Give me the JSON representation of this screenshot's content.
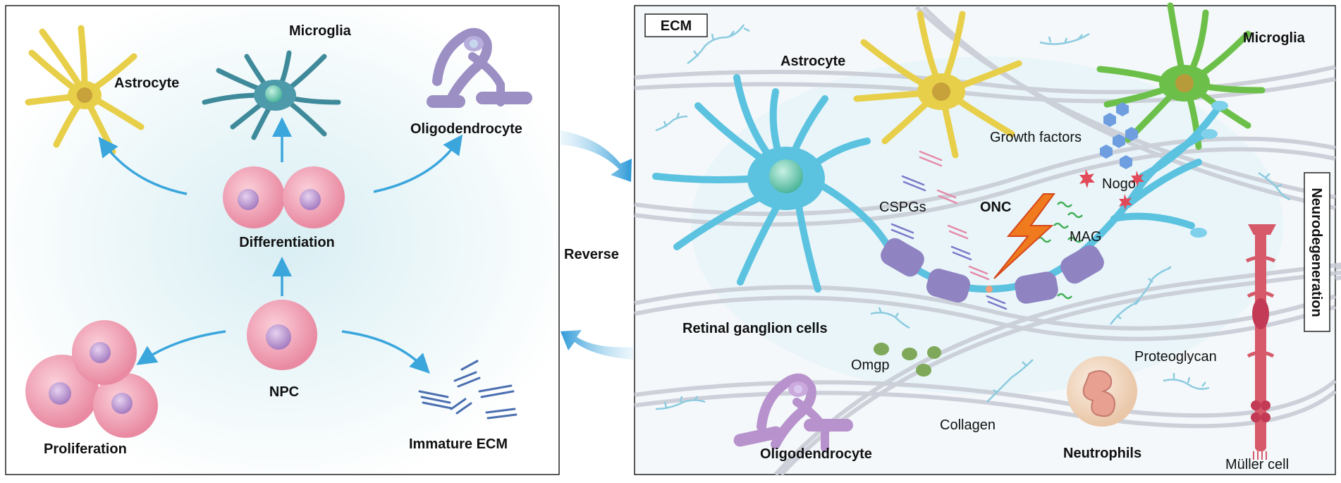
{
  "left_panel": {
    "microglia": "Microglia",
    "astrocyte": "Astrocyte",
    "oligodendrocyte": "Oligodendrocyte",
    "differentiation": "Differentiation",
    "npc": "NPC",
    "proliferation": "Proliferation",
    "immature_ecm": "Immature ECM"
  },
  "middle": {
    "reverse": "Reverse"
  },
  "right_panel": {
    "ecm": "ECM",
    "astrocyte": "Astrocyte",
    "microglia": "Microglia",
    "growth_factors": "Growth factors",
    "nogo": "Nogo",
    "cspgs": "CSPGs",
    "onc": "ONC",
    "mag": "MAG",
    "rgc": "Retinal ganglion cells",
    "omgp": "Omgp",
    "proteoglycan": "Proteoglycan",
    "collagen": "Collagen",
    "oligodendrocyte": "Oligodendrocyte",
    "neutrophils": "Neutrophils",
    "muller": "Müller cell",
    "neurodegeneration": "Neurodegeneration"
  },
  "colors": {
    "astrocyte": "#e8cf4a",
    "microglia_left": "#3f8a9a",
    "microglia_right": "#6cc04a",
    "oligodendrocyte": "#9b8fc4",
    "npc": "#f0a0b4",
    "neuron": "#5bc2e0",
    "arrow": "#3aa6dc",
    "fiber": "#c9ccd6",
    "proteoglycan": "#8ccbe0",
    "muller": "#d65a6a",
    "neutrophil": "#f2d6bf",
    "onc": "#f07a1e"
  }
}
